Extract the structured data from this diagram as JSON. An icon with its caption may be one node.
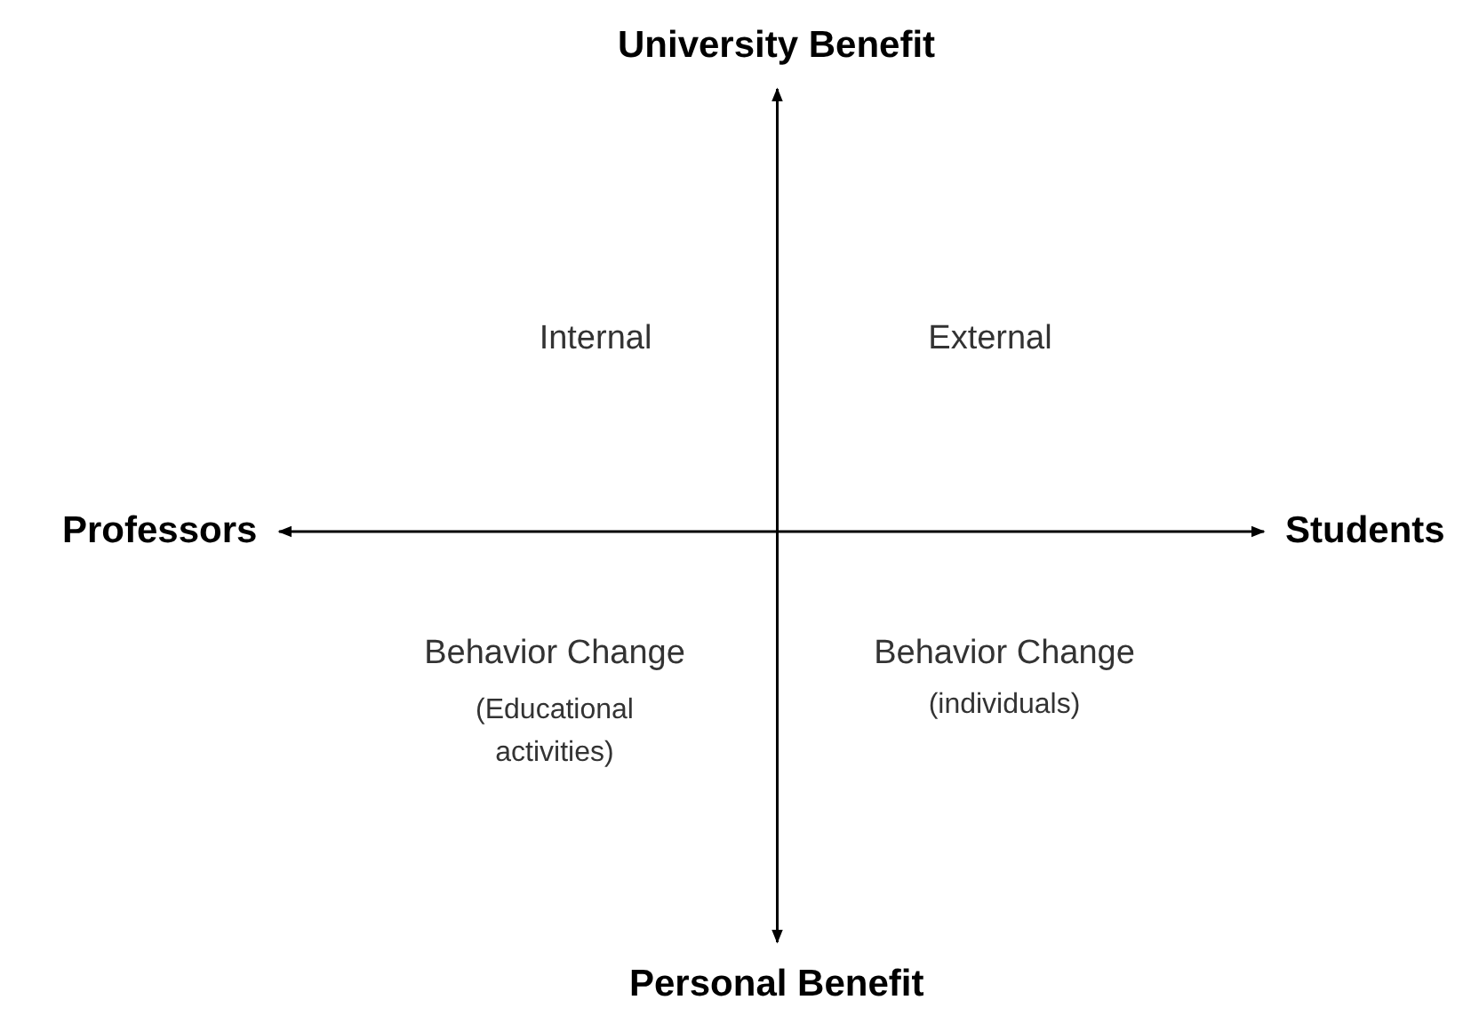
{
  "diagram": {
    "nodes": [
      {
        "text": [
          "University Benefit"
        ]
      },
      {
        "text": [
          "Professors"
        ]
      },
      {
        "text": [
          "Students"
        ]
      },
      {
        "text": [
          "Personal Benefit"
        ]
      }
    ],
    "edges": [
      {
        "from": 0,
        "to": 3,
        "arrow": "both"
      },
      {
        "from": 1,
        "to": 2,
        "arrow": "both"
      }
    ],
    "labels": [
      "Internal",
      "External",
      "Behavior Change",
      "Behavior Change",
      "(Educational activities)",
      "(individuals)"
    ]
  }
}
